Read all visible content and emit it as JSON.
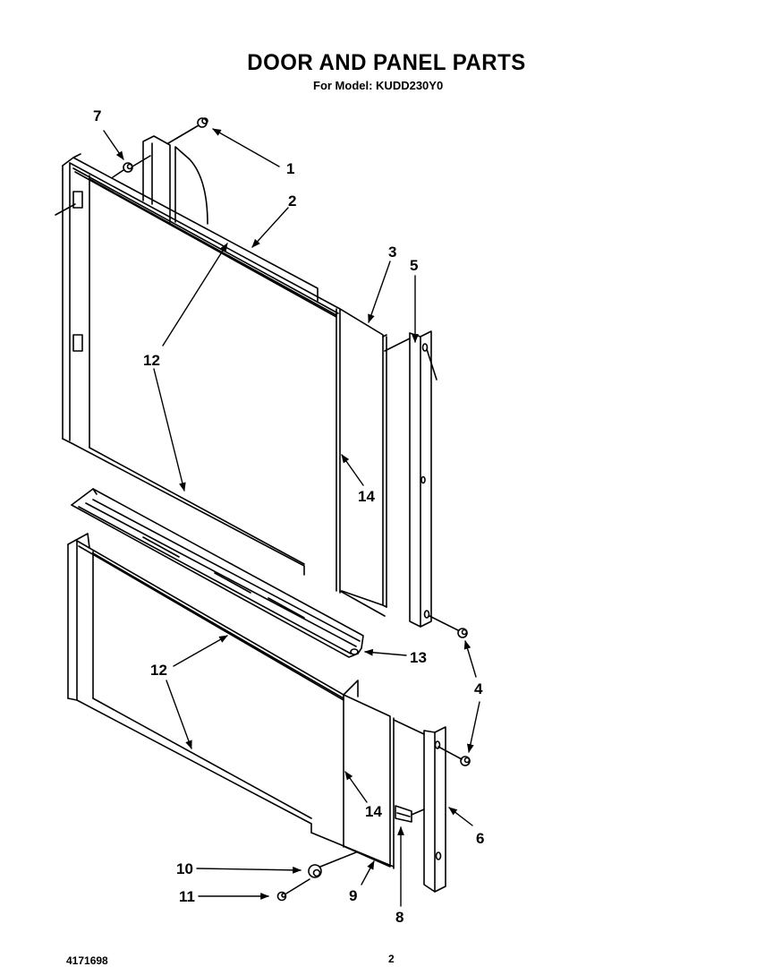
{
  "header": {
    "title": "DOOR AND PANEL PARTS",
    "subtitle": "For Model: KUDD230Y0"
  },
  "diagram": {
    "callouts": [
      {
        "label": "1",
        "part": "screw-1"
      },
      {
        "label": "2",
        "part": "upper-door-frame-top-trim"
      },
      {
        "label": "3",
        "part": "upper-door-panel-edge"
      },
      {
        "label": "4",
        "part": "screws-4"
      },
      {
        "label": "5",
        "part": "upper-side-trim-5"
      },
      {
        "label": "6",
        "part": "lower-side-trim-6"
      },
      {
        "label": "7",
        "part": "nut-7"
      },
      {
        "label": "8",
        "part": "clip-8"
      },
      {
        "label": "9",
        "part": "lower-door-panel-edge-9"
      },
      {
        "label": "10",
        "part": "spacer-10"
      },
      {
        "label": "11",
        "part": "screw-11"
      },
      {
        "label": "12",
        "part": "panel-12"
      },
      {
        "label": "13",
        "part": "handle-trim-13"
      },
      {
        "label": "14",
        "part": "panel-insert-14"
      }
    ],
    "labels": {
      "c1": "1",
      "c2": "2",
      "c3": "3",
      "c4": "4",
      "c5": "5",
      "c6": "6",
      "c7": "7",
      "c8": "8",
      "c9": "9",
      "c10": "10",
      "c11": "11",
      "c12a": "12",
      "c12b": "12",
      "c13": "13",
      "c14a": "14",
      "c14b": "14"
    }
  },
  "footer": {
    "doc_number": "4171698",
    "page": "2"
  }
}
